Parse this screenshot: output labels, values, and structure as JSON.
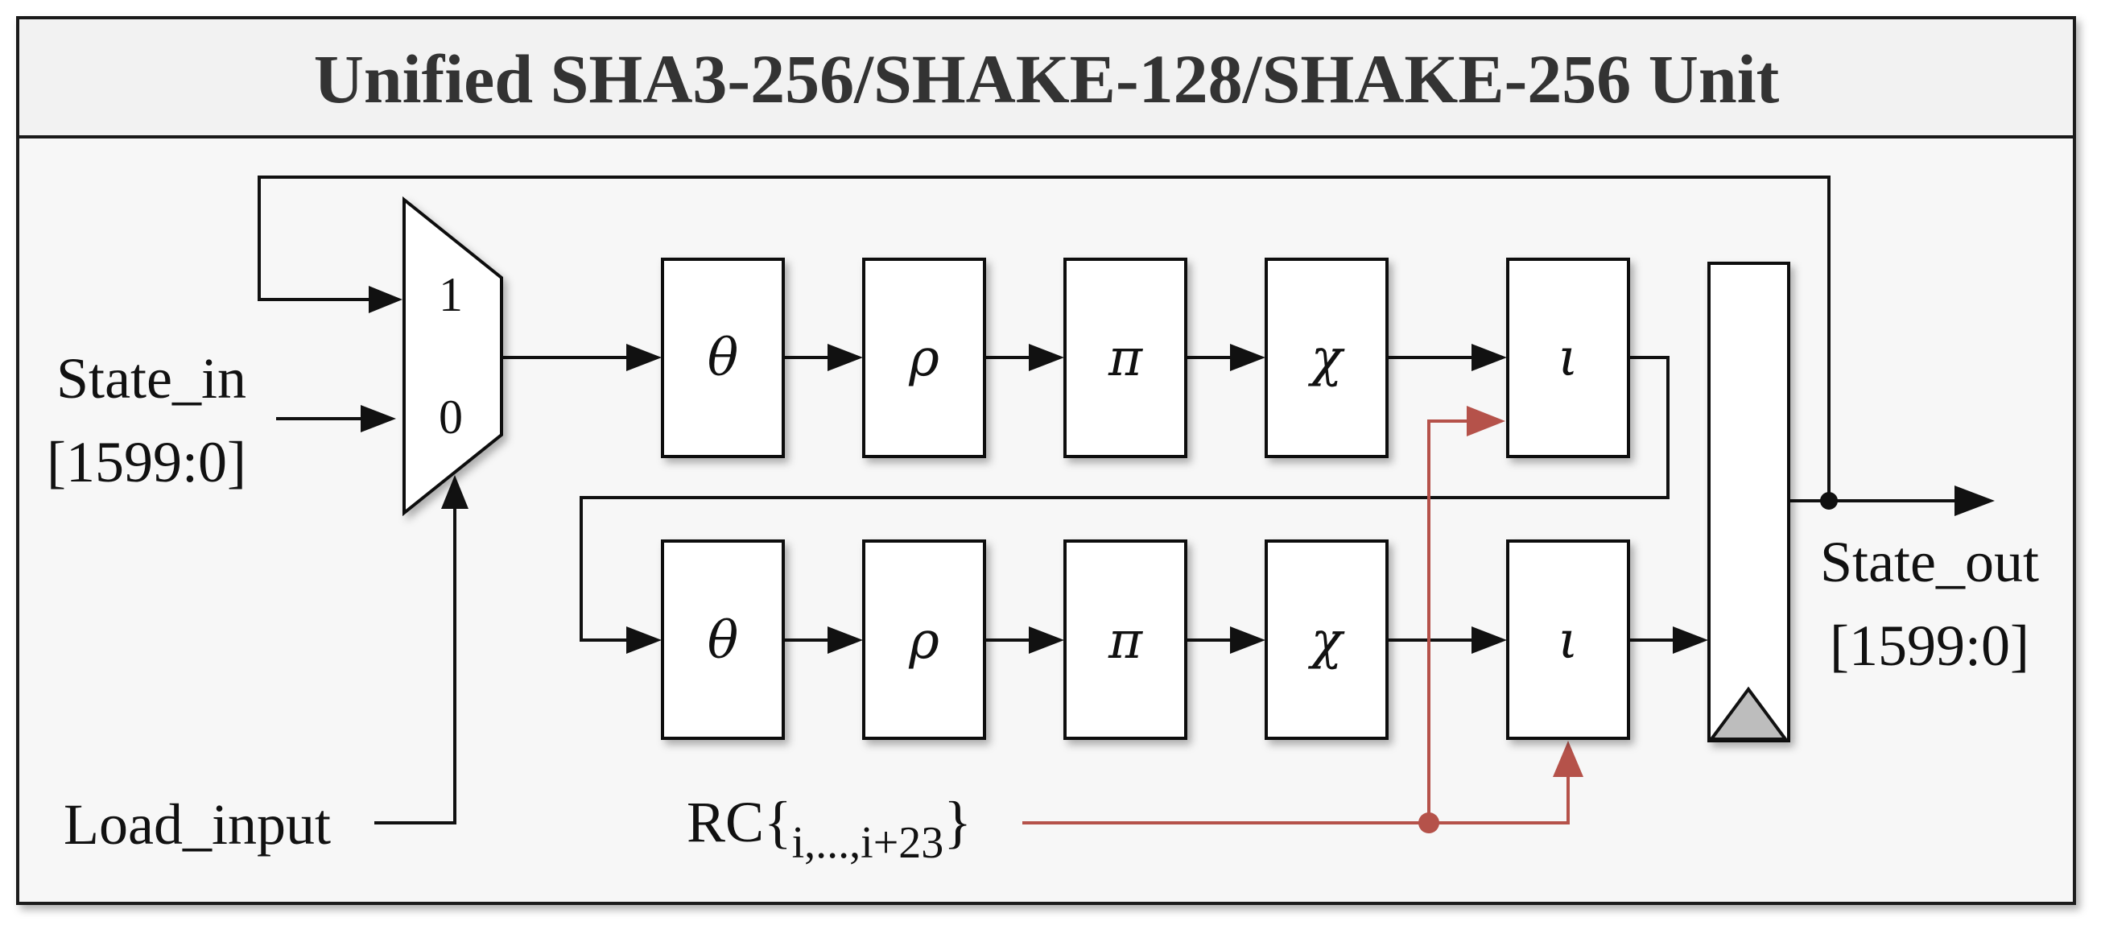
{
  "title": "Unified SHA3-256/SHAKE-128/SHAKE-256 Unit",
  "mux": {
    "input_top": "1",
    "input_bottom": "0"
  },
  "inputs": {
    "state_in_line1": "State_in",
    "state_in_line2": "[1599:0]",
    "load_input": "Load_input"
  },
  "outputs": {
    "state_out_line1": "State_out",
    "state_out_line2": "[1599:0]"
  },
  "round_constant": {
    "prefix": "RC{",
    "subscript": "i,...,i+23",
    "suffix": "}"
  },
  "rows": [
    {
      "steps": [
        "θ",
        "ρ",
        "π",
        "χ",
        "ι"
      ]
    },
    {
      "steps": [
        "θ",
        "ρ",
        "π",
        "χ",
        "ι"
      ]
    }
  ],
  "colors": {
    "wire": "#111111",
    "round_constant_wire": "#b5524a",
    "register_clock": "#bdbdbd"
  }
}
